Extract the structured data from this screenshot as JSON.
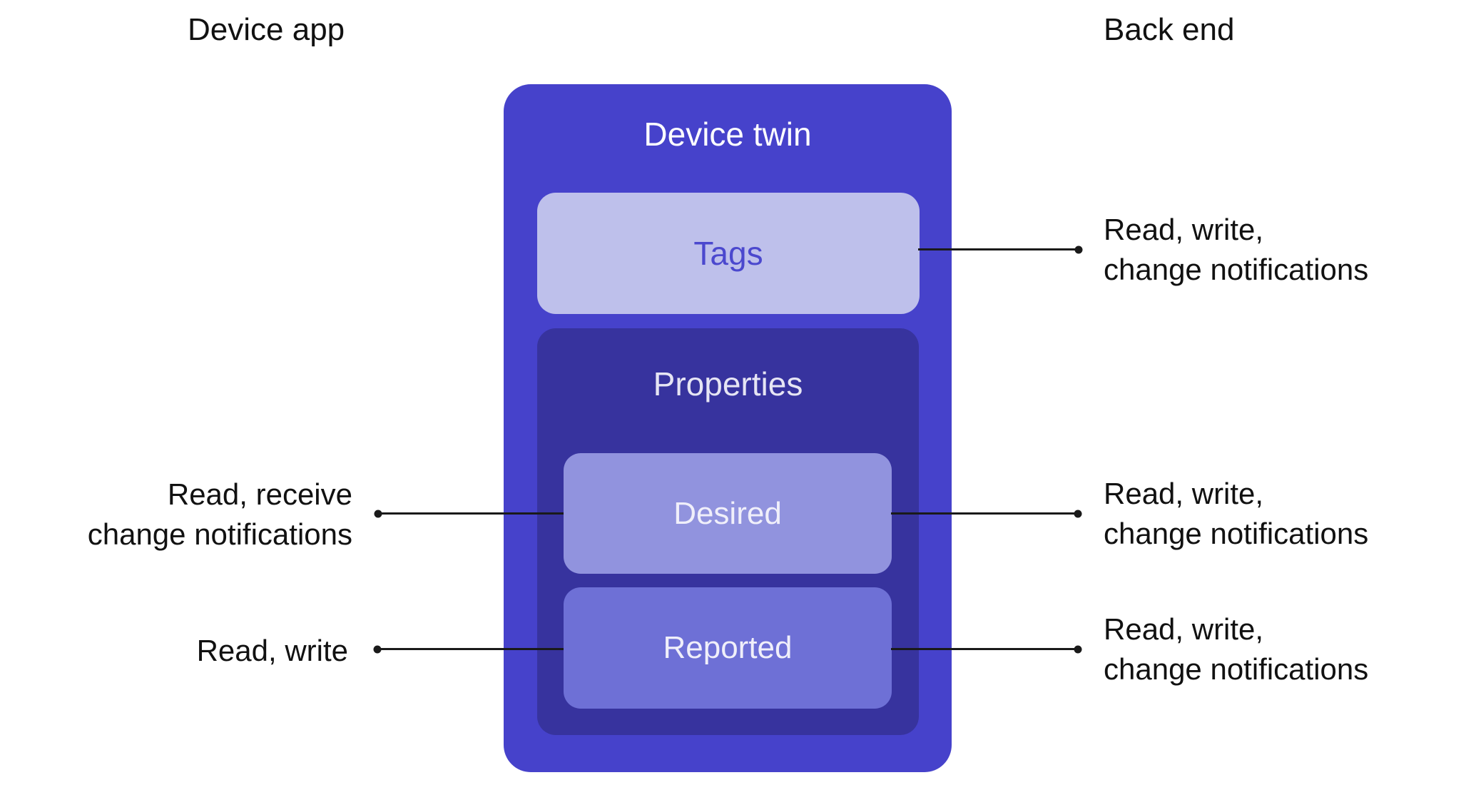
{
  "headers": {
    "device_app": "Device app",
    "back_end": "Back end"
  },
  "diagram": {
    "device_twin": {
      "title": "Device twin"
    },
    "tags": {
      "label": "Tags"
    },
    "properties": {
      "title": "Properties"
    },
    "desired": {
      "label": "Desired"
    },
    "reported": {
      "label": "Reported"
    }
  },
  "annotations": {
    "tags_backend": {
      "line1": "Read, write,",
      "line2": "change notifications"
    },
    "desired_deviceapp": {
      "line1": "Read, receive",
      "line2": "change notifications"
    },
    "desired_backend": {
      "line1": "Read, write,",
      "line2": "change notifications"
    },
    "reported_deviceapp": {
      "line1": "Read, write"
    },
    "reported_backend": {
      "line1": "Read, write,",
      "line2": "change notifications"
    }
  },
  "colors": {
    "device_twin_bg": "#4642CB",
    "properties_bg": "#37339E",
    "tags_bg": "#BEC0EB",
    "desired_bg": "#9193DE",
    "reported_bg": "#6E70D6",
    "tags_text": "#4B48CE",
    "box_text_light": "#F0EFFA",
    "properties_text": "#E6E5F4",
    "title_text": "#FDFDFF",
    "label_text": "#111111",
    "connector": "#1A1A1A"
  }
}
